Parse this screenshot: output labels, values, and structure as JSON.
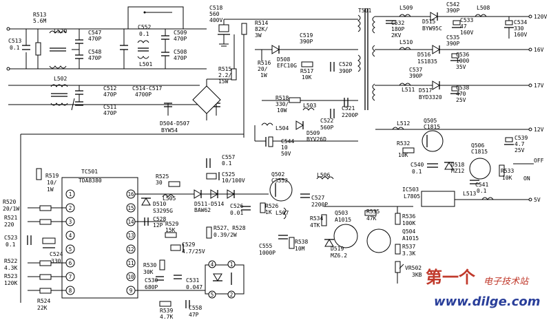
{
  "components": {
    "R513": [
      "R513",
      "5.6M"
    ],
    "C513": [
      "C513",
      "0.1"
    ],
    "L520": [
      "L520"
    ],
    "C547": [
      "C547",
      "470P"
    ],
    "C548": [
      "C548",
      "470P"
    ],
    "C552": [
      "C552",
      "0.1"
    ],
    "L501": [
      "L501"
    ],
    "C509": [
      "C509",
      "470P"
    ],
    "C508": [
      "C508",
      "470P"
    ],
    "C518": [
      "C518",
      "560",
      "400V"
    ],
    "R514": [
      "R514",
      "82K/",
      "3W"
    ],
    "L502": [
      "L502"
    ],
    "C512": [
      "C512",
      "470P"
    ],
    "C511": [
      "C511",
      "470P"
    ],
    "C514": [
      "C514-C517",
      "4700P"
    ],
    "R515": [
      "R515",
      "2.2/",
      "15W"
    ],
    "D504": [
      "D504-D507",
      "BYW54"
    ],
    "C519": [
      "C519",
      "390P"
    ],
    "D508": [
      "D508",
      "EFC10G"
    ],
    "R516": [
      "R516",
      "20/",
      "1W"
    ],
    "R517": [
      "R517",
      "10K"
    ],
    "C520": [
      "C520",
      "390P"
    ],
    "R518": [
      "R518",
      "330/",
      "10W"
    ],
    "L503": [
      "L503"
    ],
    "C522": [
      "C522",
      "560P"
    ],
    "C521": [
      "C521",
      "2200P"
    ],
    "L504": [
      "L504"
    ],
    "D509": [
      "D509",
      "BYV26D"
    ],
    "C544": [
      "C544",
      "10",
      "50V"
    ],
    "T501": [
      "T501"
    ],
    "L509": [
      "L509"
    ],
    "C532": [
      "C532",
      "180P",
      "2KV"
    ],
    "D515": [
      "D515",
      "BYW95C"
    ],
    "C542": [
      "C542",
      "390P"
    ],
    "C533": [
      "C533",
      "47",
      "160V"
    ],
    "L508": [
      "L508"
    ],
    "C534": [
      "C534",
      "330",
      "160V"
    ],
    "L510": [
      "L510"
    ],
    "D516": [
      "D516",
      "1S1835"
    ],
    "C535": [
      "C535",
      "390P"
    ],
    "C536": [
      "C536",
      "1000",
      "35V"
    ],
    "C537": [
      "C537",
      "390P"
    ],
    "L511": [
      "L511"
    ],
    "D517": [
      "D517",
      "BYD3320"
    ],
    "C538": [
      "C538",
      "470",
      "25V"
    ],
    "L512": [
      "L512"
    ],
    "Q505": [
      "Q505",
      "C1815"
    ],
    "C539": [
      "C539",
      "4.7",
      "25V"
    ],
    "R532": [
      "R532",
      "10K"
    ],
    "Q506": [
      "Q506",
      "C1815"
    ],
    "C540": [
      "C540",
      "0.1"
    ],
    "D518": [
      "D518",
      "MZ12"
    ],
    "R533": [
      "R533",
      "10K"
    ],
    "C541": [
      "C541",
      "0.1"
    ],
    "IC503": [
      "IC503",
      "L7805"
    ],
    "L513": [
      "L513"
    ],
    "R519": [
      "R519",
      "10/",
      "1W"
    ],
    "TC501": [
      "TC501",
      "TDA8380"
    ],
    "R525": [
      "R525",
      "30"
    ],
    "C557": [
      "C557",
      "0.1"
    ],
    "C525": [
      "C525",
      "10/100V"
    ],
    "L505": [
      "L505"
    ],
    "D510": [
      "D510",
      "S3295G"
    ],
    "D511": [
      "D511-D514",
      "BAW62"
    ],
    "C526": [
      "C526",
      "0.01"
    ],
    "Q502": [
      "Q502",
      "C3552"
    ],
    "L506": [
      "L506"
    ],
    "R526": [
      "R526",
      "1K"
    ],
    "L507": [
      "L507"
    ],
    "C527": [
      "C527",
      "2200P"
    ],
    "C528": [
      "C528",
      "12P"
    ],
    "R529": [
      "R529",
      "15K"
    ],
    "R527": [
      "R527、R528",
      "0.39/2W"
    ],
    "C529": [
      "C529",
      "4.7/25V"
    ],
    "R520": [
      "R520",
      "20/1W"
    ],
    "R521": [
      "R521",
      "220"
    ],
    "C523": [
      "C523",
      "0.1"
    ],
    "C524": [
      "C524",
      "330"
    ],
    "R522": [
      "R522",
      "4.3K"
    ],
    "R523": [
      "R523",
      "120K"
    ],
    "R524": [
      "R524",
      "22K"
    ],
    "R530": [
      "R530",
      "30K"
    ],
    "C530": [
      "C530",
      "680P"
    ],
    "C531": [
      "C531",
      "0.047"
    ],
    "R539": [
      "R539",
      "4.7K"
    ],
    "C558": [
      "C558",
      "47P"
    ],
    "C555": [
      "C555",
      "1000P"
    ],
    "R538": [
      "R538",
      "10M"
    ],
    "R534": [
      "R534",
      "4TK"
    ],
    "Q503": [
      "Q503",
      "A1015"
    ],
    "R535": [
      "R535",
      "47K"
    ],
    "D519": [
      "D519",
      "MZ6.2"
    ],
    "R536": [
      "R536",
      "100K"
    ],
    "Q504": [
      "Q504",
      "A1015"
    ],
    "R537": [
      "R537",
      "3.3K"
    ],
    "VR502": [
      "VR502",
      "3KB"
    ]
  },
  "ic_pins": {
    "left": [
      "1",
      "2",
      "3",
      "4",
      "5",
      "6",
      "7",
      "8"
    ],
    "right": [
      "16",
      "15",
      "14",
      "13",
      "12",
      "11",
      "10",
      "9"
    ]
  },
  "optocoupler_pins": [
    "4",
    "1",
    "5",
    "2"
  ],
  "rails": {
    "v120": "120V",
    "v16": "16V",
    "v17": "17V",
    "v12": "12V",
    "off": "OFF",
    "on": "ON",
    "v5": "5V"
  },
  "watermark": {
    "brand": "第一个",
    "subtitle": "电子技术站",
    "url": "www.dilge.com"
  }
}
